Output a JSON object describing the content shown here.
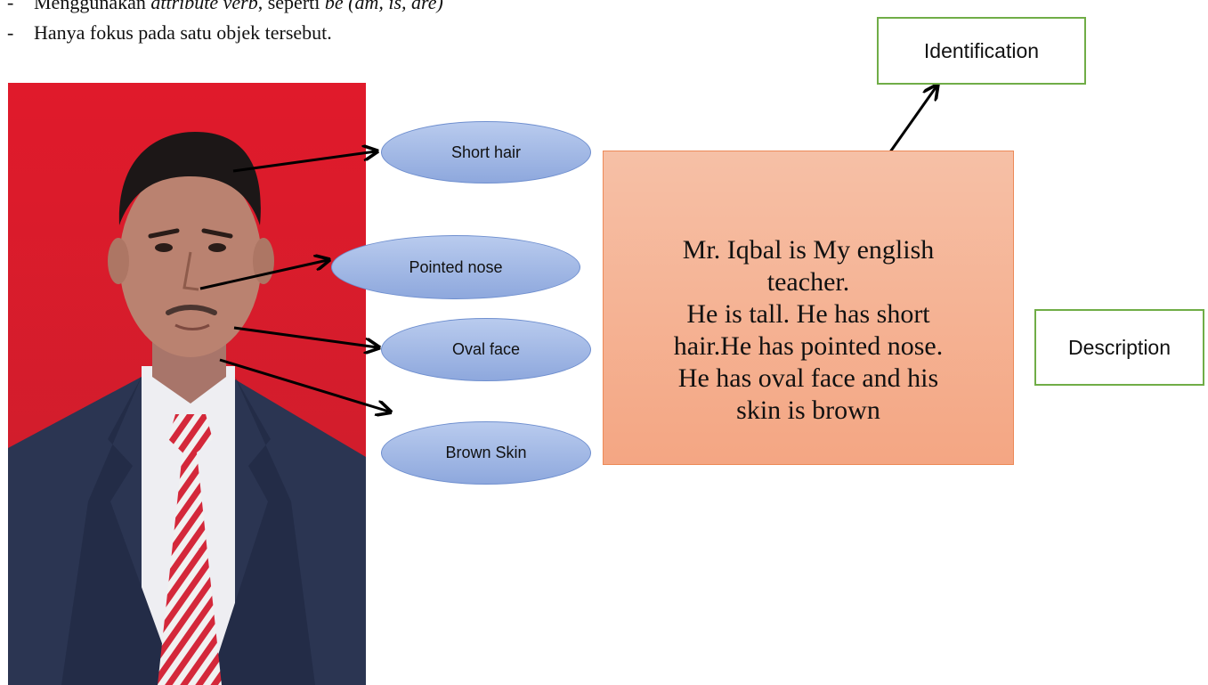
{
  "bullets": [
    {
      "dash": "-",
      "prefix": "Menggunakan ",
      "italic1": "attribute verb",
      "middle": ", seperti ",
      "italic2": "be (am, is, are)"
    },
    {
      "dash": "-",
      "text": "Hanya fokus pada satu objek tersebut."
    }
  ],
  "bubbles": {
    "short_hair": "Short hair",
    "pointed_nose": "Pointed nose",
    "oval_face": "Oval face",
    "brown_skin": "Brown Skin"
  },
  "textbox": {
    "lines": [
      "Mr. Iqbal is My english",
      "teacher.",
      "He is tall. He has short",
      "hair.He has pointed nose.",
      "He has oval face and his",
      "skin is brown"
    ]
  },
  "labels": {
    "identification": "Identification",
    "description": "Description"
  },
  "colors": {
    "photo_background": "#d9202e",
    "suit": "#2b3552",
    "bubble_fill": "#8ea8dd",
    "textbox_fill": "#f4a683",
    "label_border": "#70ad47"
  }
}
